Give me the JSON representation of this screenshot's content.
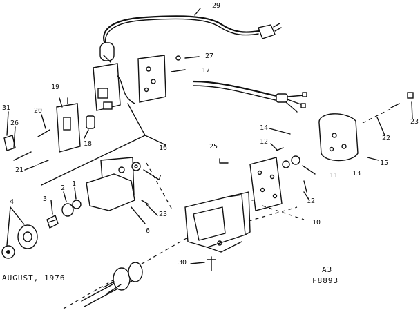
{
  "diagram": {
    "part_labels": {
      "p29": "29",
      "p27": "27",
      "p17": "17",
      "p19": "19",
      "p20": "20",
      "p31": "31",
      "p26": "26",
      "p18": "18",
      "p21": "21",
      "p16": "16",
      "p14": "14",
      "p12a": "12",
      "p25": "25",
      "p11": "11",
      "p12b": "12",
      "p10": "10",
      "p13": "13",
      "p15": "15",
      "p22": "22",
      "p23a": "23",
      "p1": "1",
      "p2": "2",
      "p3": "3",
      "p4": "4",
      "p7": "7",
      "p23b": "23",
      "p6": "6",
      "p30": "30"
    },
    "footer": {
      "date": "AUGUST, 1976",
      "sheet": "A3",
      "figure": "F8893"
    }
  }
}
